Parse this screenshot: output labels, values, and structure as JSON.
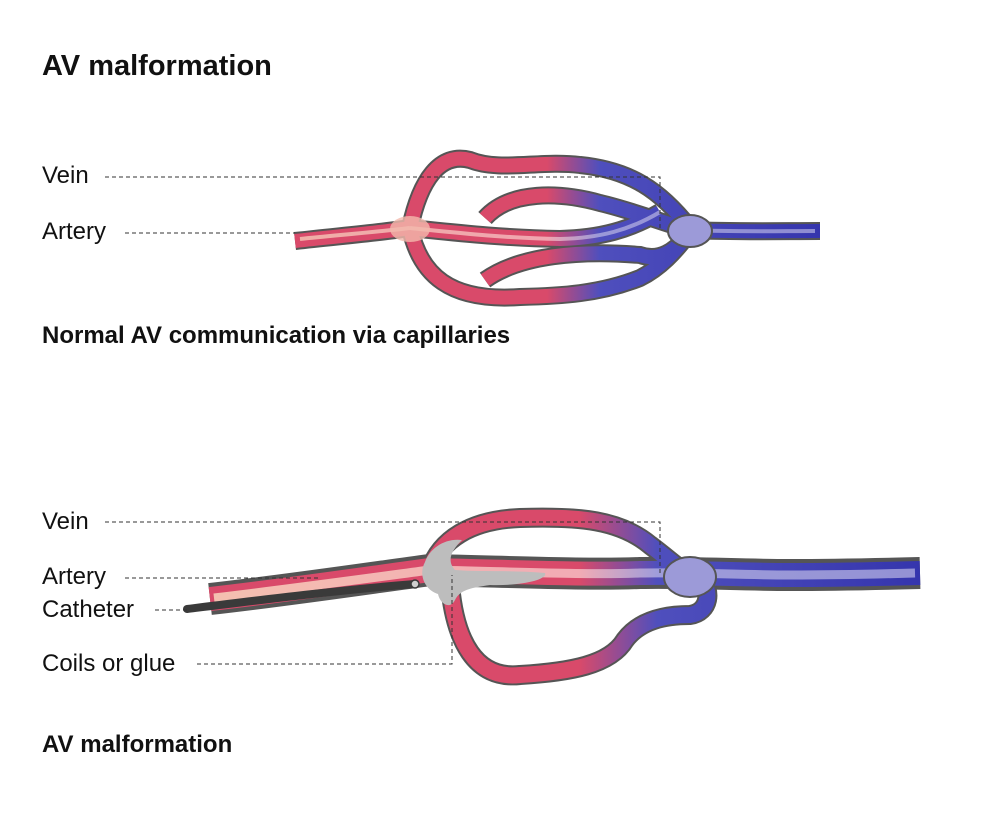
{
  "title": "AV malformation",
  "top_diagram": {
    "caption": "Normal AV communication via capillaries",
    "labels": {
      "vein": "Vein",
      "artery": "Artery"
    }
  },
  "bottom_diagram": {
    "caption": "AV malformation",
    "labels": {
      "vein": "Vein",
      "artery": "Artery",
      "catheter": "Catheter",
      "coils": "Coils or glue"
    }
  },
  "colors": {
    "artery": "#d94a6a",
    "artery_light": "#f3b9ad",
    "vein": "#3d3db3",
    "vein_light": "#9c9ad8",
    "outline": "#555555",
    "catheter": "#4a4a4a",
    "coil": "#bdbdbd"
  }
}
